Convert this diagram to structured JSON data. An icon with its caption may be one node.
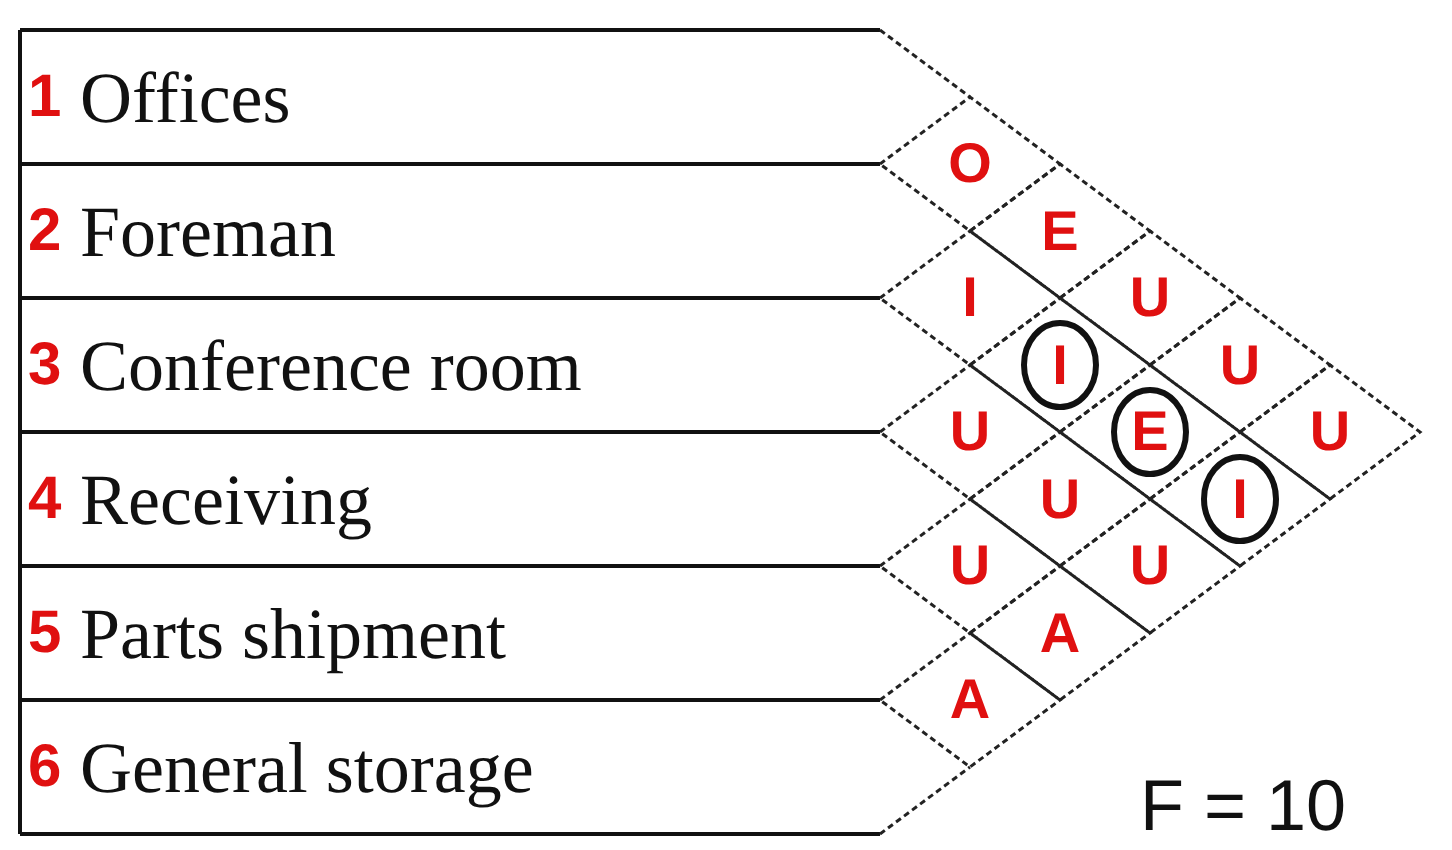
{
  "diagram": {
    "labels": [
      "1",
      "Offices",
      "2",
      "Foreman",
      "3",
      "Conference room",
      "4",
      "Receiving",
      "5",
      "Parts shipment",
      "6",
      "General storage",
      "O",
      "E",
      "I",
      "U",
      "I",
      "U",
      "U",
      "E",
      "U",
      "U",
      "I",
      "U",
      "U",
      "A",
      "A",
      "F = 10"
    ]
  }
}
